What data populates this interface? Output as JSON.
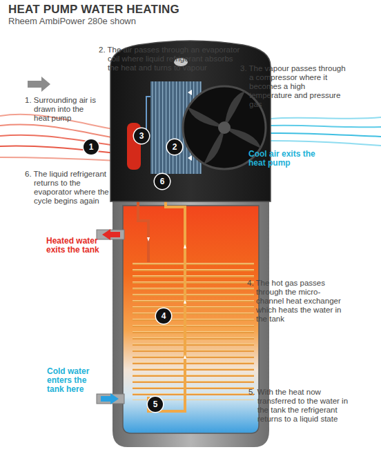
{
  "diagram": {
    "title": "HEAT PUMP WATER HEATING",
    "nodes": [
      {
        "text": [
          "3"
        ]
      },
      {
        "text": [
          "1"
        ]
      },
      {
        "text": [
          "2"
        ]
      },
      {
        "text": [
          "6"
        ]
      },
      {
        "text": [
          "4"
        ]
      },
      {
        "text": [
          "5"
        ]
      }
    ],
    "labels": [
      "Rheem AmbiPower 280e shown",
      "1. Surrounding air is drawn into the heat pump",
      "2. The air passes through an evaporator coil where liquid refrigerant absorbs the heat and turns to vapour",
      "3. The vapour passes through a compressor where it becomes a high temperature and pressure gas",
      "Cool air exits the heat pump",
      "6. The liquid refrigerant returns to the evaporator where the cycle begins again",
      "Heated water exits the tank",
      "4. The hot gas passes through the micro-channel heat exchanger which heats the water in the tank",
      "Cold water enters the tank here",
      "5. With the heat now transferred to the water in the tank the refrigerant returns to a liquid state"
    ]
  }
}
